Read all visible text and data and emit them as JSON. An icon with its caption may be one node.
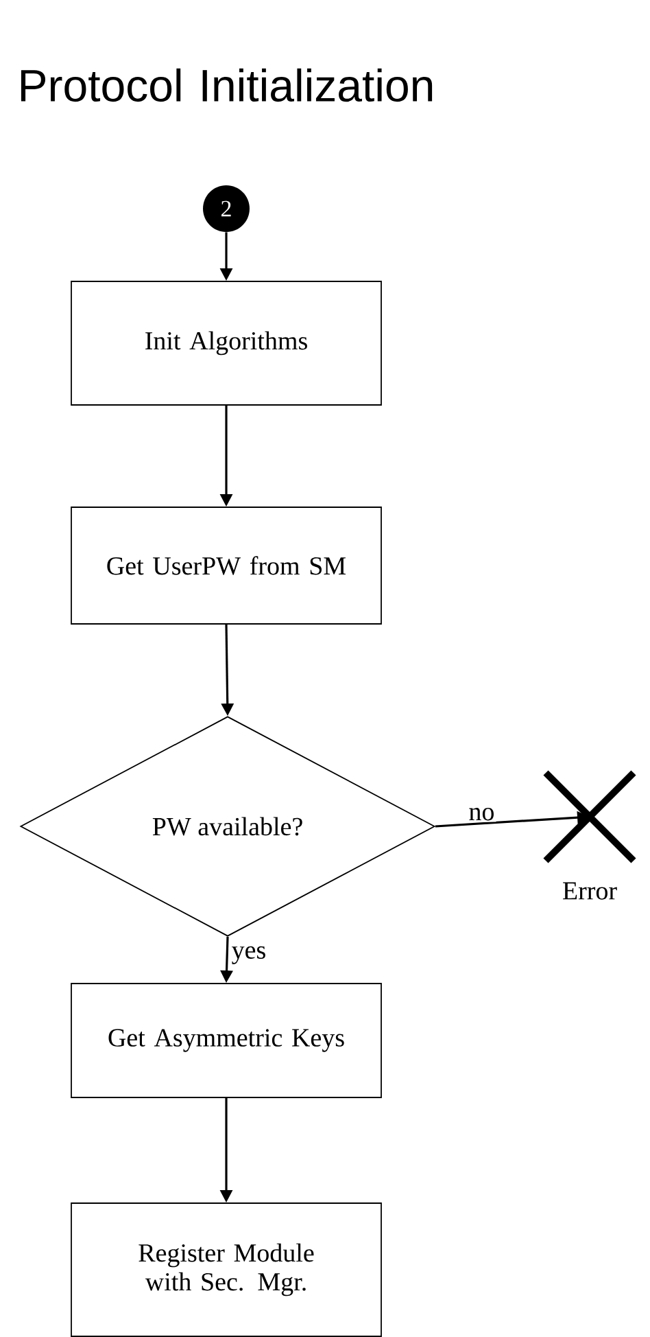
{
  "diagram": {
    "title": "Protocol Initialization",
    "nodes": [
      {
        "text": [
          "2"
        ]
      },
      {
        "text": [
          "Init Algorithms"
        ]
      },
      {
        "text": [
          "Get UserPW from SM"
        ]
      },
      {
        "text": [
          "PW available?"
        ]
      },
      {
        "text": [],
        "shape": "cross",
        "beside": [
          "Error"
        ]
      },
      {
        "text": [
          "Get Asymmetric Keys"
        ]
      },
      {
        "text": [
          "Register Module with Sec. Mgr."
        ]
      }
    ],
    "edges": [
      {
        "from": 0,
        "to": 1,
        "arrow": "to"
      },
      {
        "from": 1,
        "to": 2,
        "arrow": "to"
      },
      {
        "from": 2,
        "to": 3,
        "arrow": "to"
      },
      {
        "from": 3,
        "to": 4,
        "arrow": "to",
        "label": "no"
      },
      {
        "from": 3,
        "to": 5,
        "arrow": "to",
        "label": "yes"
      },
      {
        "from": 5,
        "to": 6,
        "arrow": "to"
      }
    ]
  }
}
